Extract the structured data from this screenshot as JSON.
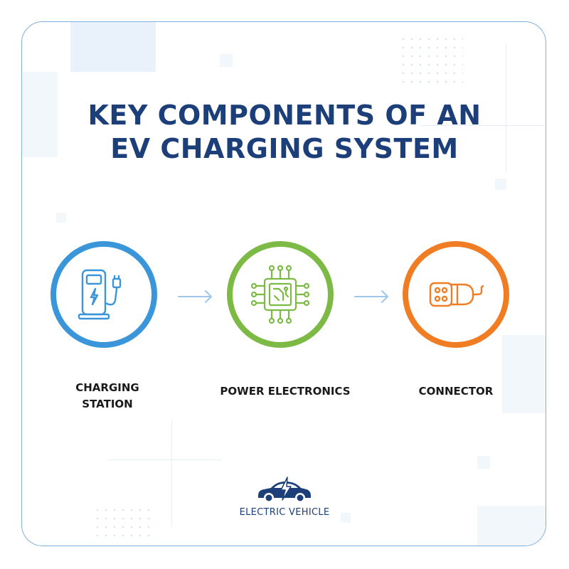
{
  "title": {
    "line1": "KEY COMPONENTS OF AN",
    "line2": "EV CHARGING SYSTEM"
  },
  "components": [
    {
      "name_line1": "CHARGING",
      "name_line2": "STATION",
      "icon": "charging-station-icon",
      "color": "#3a96d8"
    },
    {
      "name": "POWER ELECTRONICS",
      "icon": "circuit-chip-icon",
      "color": "#7dba45"
    },
    {
      "name": "CONNECTOR",
      "icon": "plug-connector-icon",
      "color": "#f07d24"
    }
  ],
  "footer": {
    "icon": "electric-car-icon",
    "text": "ELECTRIC VEHICLE"
  },
  "colors": {
    "title": "#1c3f7a",
    "border": "#7fb0dd",
    "arrow": "#9ec7ea"
  }
}
